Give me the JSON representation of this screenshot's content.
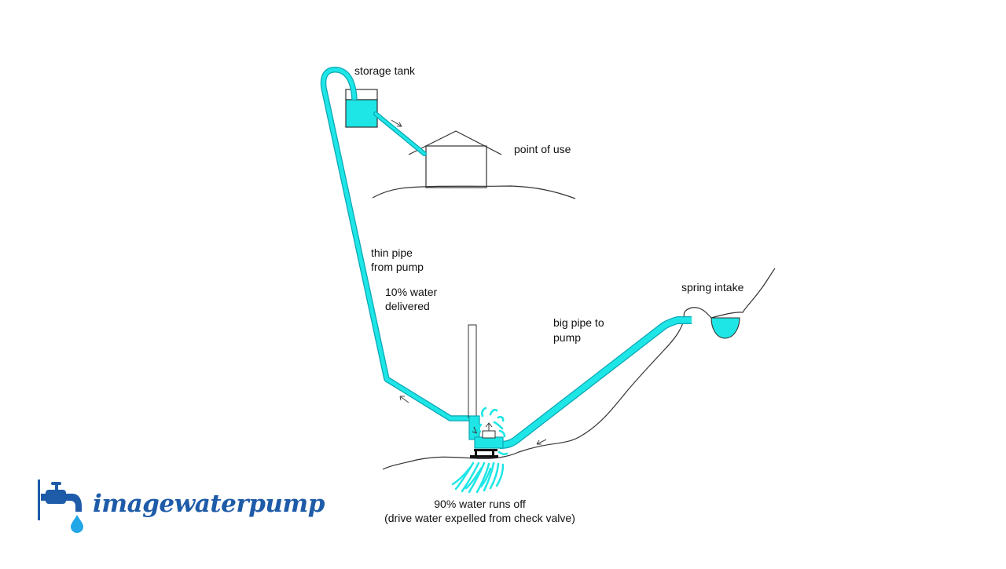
{
  "labels": {
    "storage_tank": "storage tank",
    "point_of_use": "point of use",
    "thin_pipe": [
      "thin pipe",
      "from pump"
    ],
    "delivered": [
      "10% water",
      "delivered"
    ],
    "big_pipe": [
      "big pipe to",
      "pump"
    ],
    "spring_intake": "spring intake",
    "runoff": [
      "90% water runs off",
      "(drive water expelled from check valve)"
    ]
  },
  "logo": {
    "text": "imagewaterpump",
    "icon": "faucet-drop-icon"
  },
  "colors": {
    "water": "#1ee6e6",
    "pipe_outline": "#0aa6b4",
    "line": "#333333",
    "logo": "#1e5ba8",
    "drop": "#21a6e8"
  }
}
